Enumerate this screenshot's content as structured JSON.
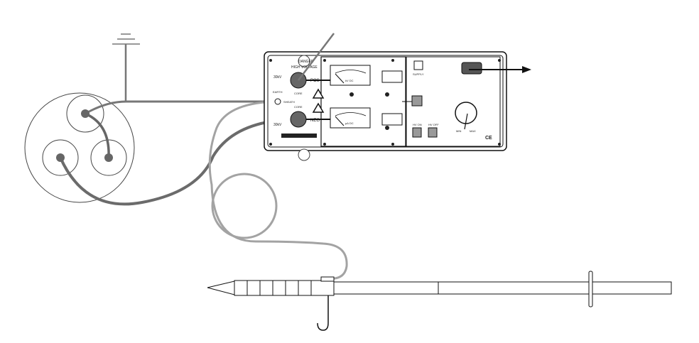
{
  "panel": {
    "danger_line1": "DANGER",
    "danger_line2": "HIGH VOLTAGE",
    "pos_label": "POS",
    "neg_label": "NEG",
    "core_label_top": "CORE",
    "core_label_bottom": "CORE",
    "earth_label": "EARTH",
    "sheath_label": "SHEATH",
    "pos_rating": "30kV",
    "neg_rating": "30kV",
    "meter_top_label": "kV DC",
    "meter_bottom_label": "µA DC",
    "supply_label": "SUPPLY",
    "hv_on_label": "HV ON",
    "hv_off_label": "HV OFF",
    "min_label": "MIN",
    "max_label": "MAX",
    "ce_mark": "CE"
  },
  "colors": {
    "dark_lead": "#6b6b6b",
    "light_lead": "#a3a3a3",
    "button": "#999999",
    "outline": "#111111"
  }
}
